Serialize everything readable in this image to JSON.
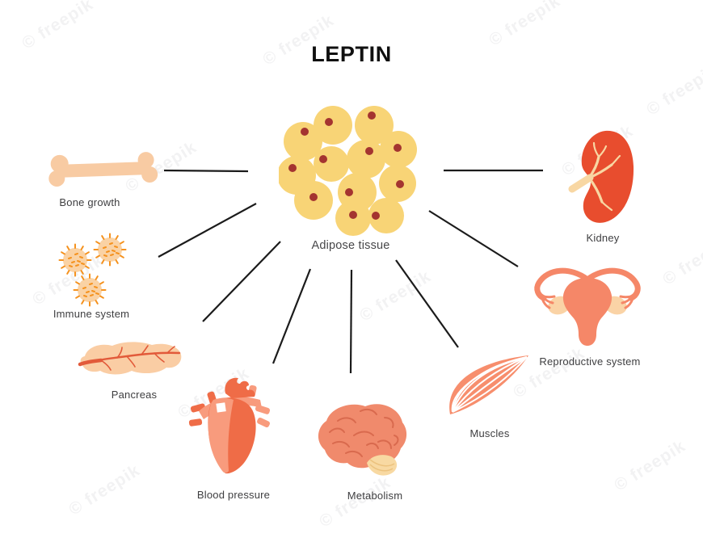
{
  "title": "LEPTIN",
  "watermark": {
    "text": "© freepik"
  },
  "diagram": {
    "type": "hub-and-spoke",
    "center": {
      "id": "adipose-tissue",
      "label": "Adipose tissue",
      "icon": "fat-cells-icon"
    },
    "nodes": [
      {
        "id": "bone-growth",
        "label": "Bone growth",
        "icon": "bone-icon"
      },
      {
        "id": "immune-system",
        "label": "Immune system",
        "icon": "immune-cells-icon"
      },
      {
        "id": "pancreas",
        "label": "Pancreas",
        "icon": "pancreas-icon"
      },
      {
        "id": "blood-pressure",
        "label": "Blood pressure",
        "icon": "heart-icon"
      },
      {
        "id": "metabolism",
        "label": "Metabolism",
        "icon": "brain-icon"
      },
      {
        "id": "muscles",
        "label": "Muscles",
        "icon": "muscle-icon"
      },
      {
        "id": "reproductive-system",
        "label": "Reproductive system",
        "icon": "uterus-icon"
      },
      {
        "id": "kidney",
        "label": "Kidney",
        "icon": "kidney-icon"
      }
    ]
  },
  "colors": {
    "background": "#ffffff",
    "connector_line": "#1b1b1b",
    "title_text": "#101010",
    "label_text": "#3e3e40",
    "fat_cell": "#F8D476",
    "fat_nucleus": "#A43430",
    "bone": "#F8CBA3",
    "immune_body": "#FAD2A4",
    "immune_spikes": "#F5921E",
    "pancreas_body": "#FACDA4",
    "pancreas_vessel": "#E25A3A",
    "heart_dark": "#EF6C47",
    "heart_light": "#F89B7D",
    "brain": "#F08A6C",
    "brain_folds": "#D96A4E",
    "cerebellum": "#F8D9A2",
    "muscle": "#F78E6D",
    "uterus": "#F58768",
    "ovary": "#FAD3A6",
    "kidney": "#E84D2E",
    "kidney_vessel": "#F8D7A3"
  }
}
